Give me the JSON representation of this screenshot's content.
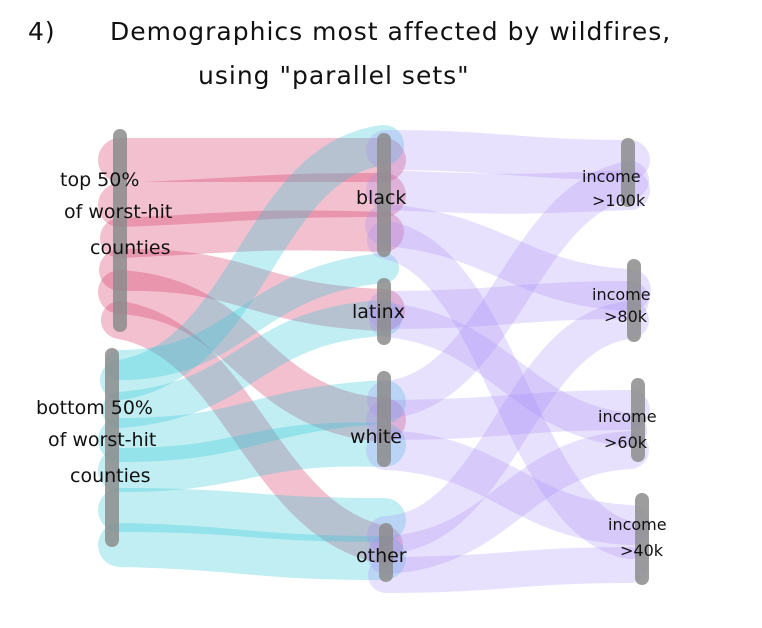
{
  "title": {
    "number": "4)",
    "line1": "Demographics most affected by wildfires,",
    "line2": "using \"parallel sets\""
  },
  "axes": {
    "counties": [
      {
        "lines": [
          "top 50%",
          "of worst-hit",
          "counties"
        ],
        "color": "#d63c68"
      },
      {
        "lines": [
          "bottom 50%",
          "of worst-hit",
          "counties"
        ],
        "color": "#2ec8d8"
      }
    ],
    "race": [
      "black",
      "latinx",
      "white",
      "other"
    ],
    "income": [
      {
        "lines": [
          "income",
          ">100k"
        ]
      },
      {
        "lines": [
          "income",
          ">80k"
        ]
      },
      {
        "lines": [
          "income",
          ">60k"
        ]
      },
      {
        "lines": [
          "income",
          ">40k"
        ]
      }
    ]
  },
  "colors": {
    "top": "#d63c68",
    "bottom": "#2ec8d8",
    "income": "#a68cf6",
    "axis": "#8c8c8c"
  }
}
